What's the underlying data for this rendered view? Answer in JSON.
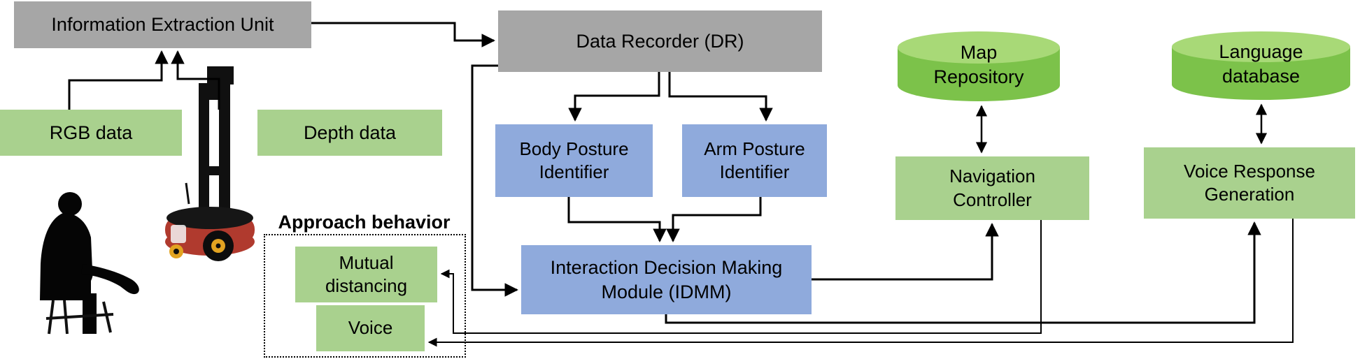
{
  "diagram": {
    "nodes": {
      "ieu": {
        "label": "Information Extraction Unit"
      },
      "rgb": {
        "label": "RGB data"
      },
      "depth": {
        "label": "Depth data"
      },
      "dr": {
        "label": "Data Recorder (DR)"
      },
      "bpi": {
        "label": "Body Posture\nIdentifier"
      },
      "api": {
        "label": "Arm Posture\nIdentifier"
      },
      "idmm": {
        "label": "Interaction Decision Making\nModule (IDMM)"
      },
      "map_repo": {
        "label": "Map\nRepository"
      },
      "lang_db": {
        "label": "Language\ndatabase"
      },
      "nav": {
        "label": "Navigation\nController"
      },
      "vrg": {
        "label": "Voice Response\nGeneration"
      },
      "mutual": {
        "label": "Mutual\ndistancing"
      },
      "voice": {
        "label": "Voice"
      }
    },
    "groups": {
      "approach": {
        "label": "Approach behavior"
      }
    },
    "images": {
      "person": "seated-person-silhouette",
      "robot": "mobile-robot-with-mast"
    }
  },
  "colors": {
    "gray_box": "#a6a6a6",
    "green_box": "#a9d18e",
    "blue_box": "#8faadc",
    "cylinder_body": "#7cc24a",
    "cylinder_top": "#a8d977",
    "line": "#000000",
    "robot_red": "#b03a2e",
    "wheel_yellow": "#e2a321"
  }
}
